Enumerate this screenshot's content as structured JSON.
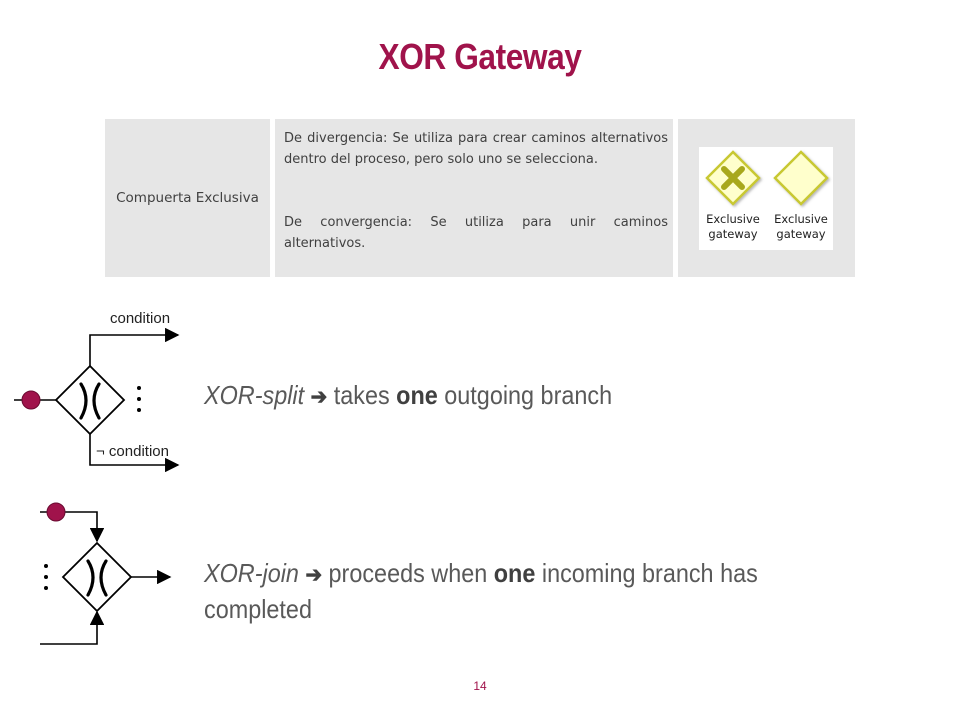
{
  "slide": {
    "title": "XOR Gateway",
    "page_number": "14"
  },
  "table": {
    "name": "Compuerta Exclusiva",
    "desc_para1": "De divergencia: Se utiliza para crear caminos alternativos dentro del proceso, pero solo uno se selecciona.",
    "desc_para2": "De convergencia: Se utiliza para unir caminos alternativos.",
    "icon_caption_1_line1": "Exclusive",
    "icon_caption_1_line2": "gateway",
    "icon_caption_2_line1": "Exclusive",
    "icon_caption_2_line2": "gateway"
  },
  "split": {
    "label_condition": "condition",
    "label_not_condition": "¬ condition",
    "term": "XOR-split",
    "arrow": "➔",
    "text_before": " takes ",
    "emph": "one",
    "text_after": " outgoing branch"
  },
  "join": {
    "term": "XOR-join",
    "arrow": "➔",
    "text_before": " proceeds when ",
    "emph": "one",
    "text_after": " incoming branch has",
    "line2": "completed"
  },
  "colors": {
    "accent": "#A0134B",
    "token": "#A0134B",
    "bpmn_fill": "#FFFFCC",
    "bpmn_stroke": "#C8C832",
    "cell_bg": "#E6E6E6"
  }
}
